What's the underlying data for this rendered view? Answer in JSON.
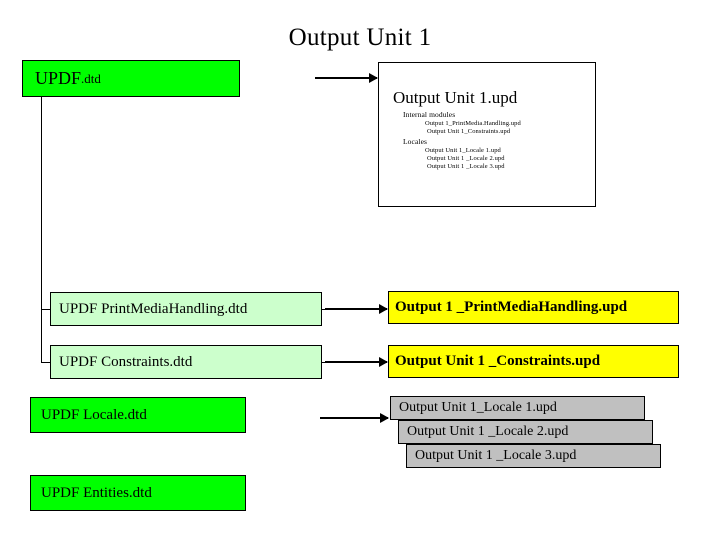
{
  "page": {
    "title": "Output Unit 1"
  },
  "source_boxes": {
    "updf_dtd": {
      "name": "UPDF",
      "suffix": ".dtd"
    },
    "printmedia_dtd": {
      "label": "UPDF PrintMediaHandling.dtd"
    },
    "constraints_dtd": {
      "label": "UPDF Constraints.dtd"
    },
    "locale_dtd": {
      "label": "UPDF Locale.dtd"
    },
    "entities_dtd": {
      "label": "UPDF Entities.dtd"
    }
  },
  "output_unit_upd": {
    "title": "Output Unit 1.upd",
    "groups": [
      {
        "label": "Internal modules",
        "items": [
          "Output 1_PrintMedia.Handling.upd",
          "Output Unit 1_Constraints.upd"
        ]
      },
      {
        "label": "Locales",
        "items": [
          "Output Unit 1_Locale 1.upd",
          "Output Unit 1 _Locale 2.upd",
          "Output Unit 1 _Locale 3.upd"
        ]
      }
    ]
  },
  "output_boxes": {
    "printmedia_upd": {
      "label": "Output 1 _PrintMediaHandling.upd"
    },
    "constraints_upd": {
      "label": "Output Unit 1 _Constraints.upd"
    },
    "locale1_upd": {
      "label": "Output Unit 1_Locale 1.upd"
    },
    "locale2_upd": {
      "label": "Output Unit 1 _Locale 2.upd"
    },
    "locale3_upd": {
      "label": "Output Unit 1 _Locale 3.upd"
    }
  },
  "colors": {
    "source_green": "#00ff00",
    "module_green": "#ccffcc",
    "output_yellow": "#ffff00",
    "locale_grey": "#c0c0c0",
    "stroke": "#000000",
    "background": "#ffffff"
  }
}
